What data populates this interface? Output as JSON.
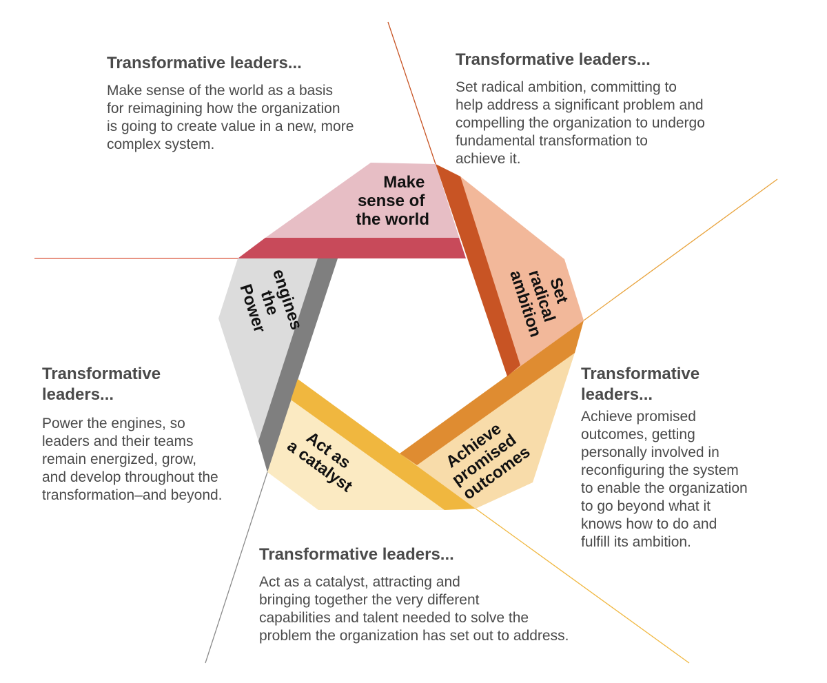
{
  "colors": {
    "world_light": "#e7bec5",
    "world_dark": "#c84a5a",
    "ambition_light": "#f2b89a",
    "ambition_dark": "#c85424",
    "outcomes_light": "#f8dcaa",
    "outcomes_dark": "#df8c31",
    "catalyst_light": "#fbeac2",
    "catalyst_dark": "#f0b73f",
    "engines_light": "#dcdcdc",
    "engines_dark": "#7f7f7f",
    "text": "#4a4a4a"
  },
  "segments": {
    "world": [
      "Make",
      "sense of",
      "the world"
    ],
    "ambition": [
      "Set",
      "radical",
      "ambition"
    ],
    "outcomes": [
      "Achieve",
      "promised",
      "outcomes"
    ],
    "catalyst": [
      "Act as",
      "a catalyst"
    ],
    "engines": [
      "Power",
      "the",
      "engines"
    ]
  },
  "descriptions": {
    "world": {
      "heading": "Transformative leaders...",
      "lines": [
        "Make sense of the world as a basis",
        "for reimagining how the organization",
        "is going to create value in a new, more",
        "complex system."
      ]
    },
    "ambition": {
      "heading": "Transformative leaders...",
      "lines": [
        "Set radical ambition, committing to",
        "help address a significant problem and",
        "compelling the organization to undergo",
        "fundamental transformation to",
        "achieve it."
      ]
    },
    "engines": {
      "heading_lines": [
        "Transformative",
        "leaders..."
      ],
      "lines": [
        "Power the engines, so",
        "leaders and their teams",
        "remain energized, grow,",
        "and develop throughout the",
        "transformation–and beyond."
      ]
    },
    "outcomes": {
      "heading_lines": [
        "Transformative",
        "leaders..."
      ],
      "lines": [
        "Achieve promised",
        "outcomes, getting",
        "personally involved in",
        "reconfiguring the system",
        "to enable the organization",
        "to go beyond what it",
        "knows how to do and",
        "fulfill its ambition."
      ]
    },
    "catalyst": {
      "heading": "Transformative leaders...",
      "lines": [
        "Act as a catalyst, attracting and",
        "bringing together the very different",
        "capabilities and talent needed to solve the",
        "problem the organization has set out to address."
      ]
    }
  }
}
